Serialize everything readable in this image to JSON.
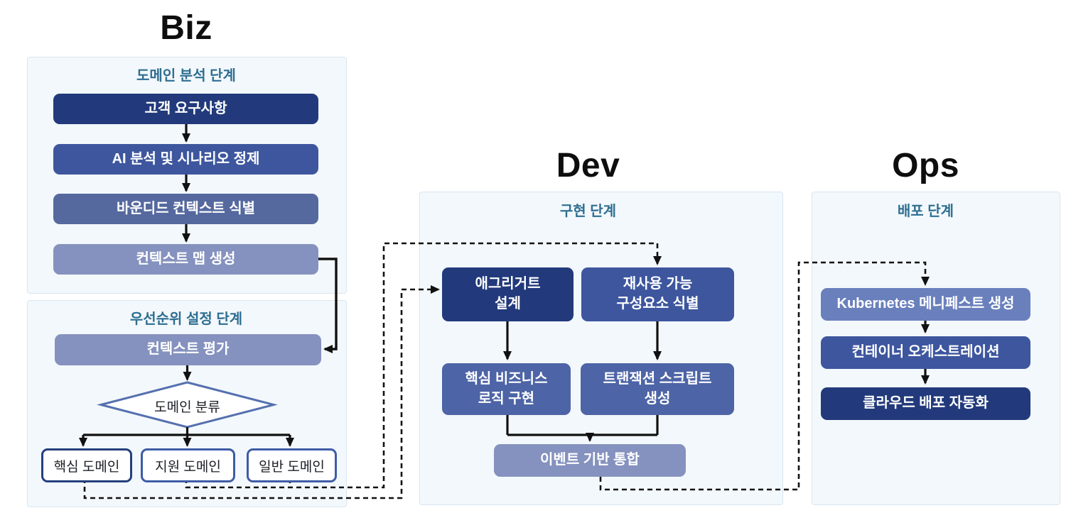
{
  "diagram": {
    "lanes": {
      "biz": "Biz",
      "dev": "Dev",
      "ops": "Ops"
    },
    "biz": {
      "analysis_panel": {
        "title": "도메인 분석 단계",
        "steps": [
          {
            "label": "고객 요구사항"
          },
          {
            "label": "AI 분석 및 시나리오 정제"
          },
          {
            "label": "바운디드 컨텍스트 식별"
          },
          {
            "label": "컨텍스트 맵 생성"
          }
        ]
      },
      "priority_panel": {
        "title": "우선순위 설정 단계",
        "evaluate_label": "컨텍스트 평가",
        "decision_label": "도메인 분류",
        "outcomes": [
          {
            "label": "핵심 도메인"
          },
          {
            "label": "지원 도메인"
          },
          {
            "label": "일반 도메인"
          }
        ]
      }
    },
    "dev": {
      "panel_title": "구현 단계",
      "aggregate_design": {
        "line1": "애그리거트",
        "line2": "설계"
      },
      "reusable_components": {
        "line1": "재사용 가능",
        "line2": "구성요소 식별"
      },
      "core_business_logic": {
        "line1": "핵심 비즈니스",
        "line2": "로직 구현"
      },
      "transaction_script": {
        "line1": "트랜잭션 스크립트",
        "line2": "생성"
      },
      "event_integration": "이벤트 기반 통합"
    },
    "ops": {
      "panel_title": "배포 단계",
      "steps": [
        {
          "label": "Kubernetes 메니페스트 생성"
        },
        {
          "label": "컨테이너 오케스트레이션"
        },
        {
          "label": "클라우드 배포 자동화"
        }
      ]
    },
    "colors": {
      "node_dark_navy": "#223a7b",
      "node_indigo": "#3d569e",
      "node_slate_blue": "#55699f",
      "node_medium_blue": "#4d64a6",
      "node_periwinkle": "#8592bf",
      "node_light_indigo": "#6a80bd",
      "panel_background": "#f3f8fc",
      "panel_border": "#d8e6f2",
      "panel_title_text": "#2e6f91",
      "outcome_core_border": "#24407e",
      "outcome_border": "#3e5ca6",
      "decision_border": "#5570b0",
      "connector": "#111111"
    }
  }
}
